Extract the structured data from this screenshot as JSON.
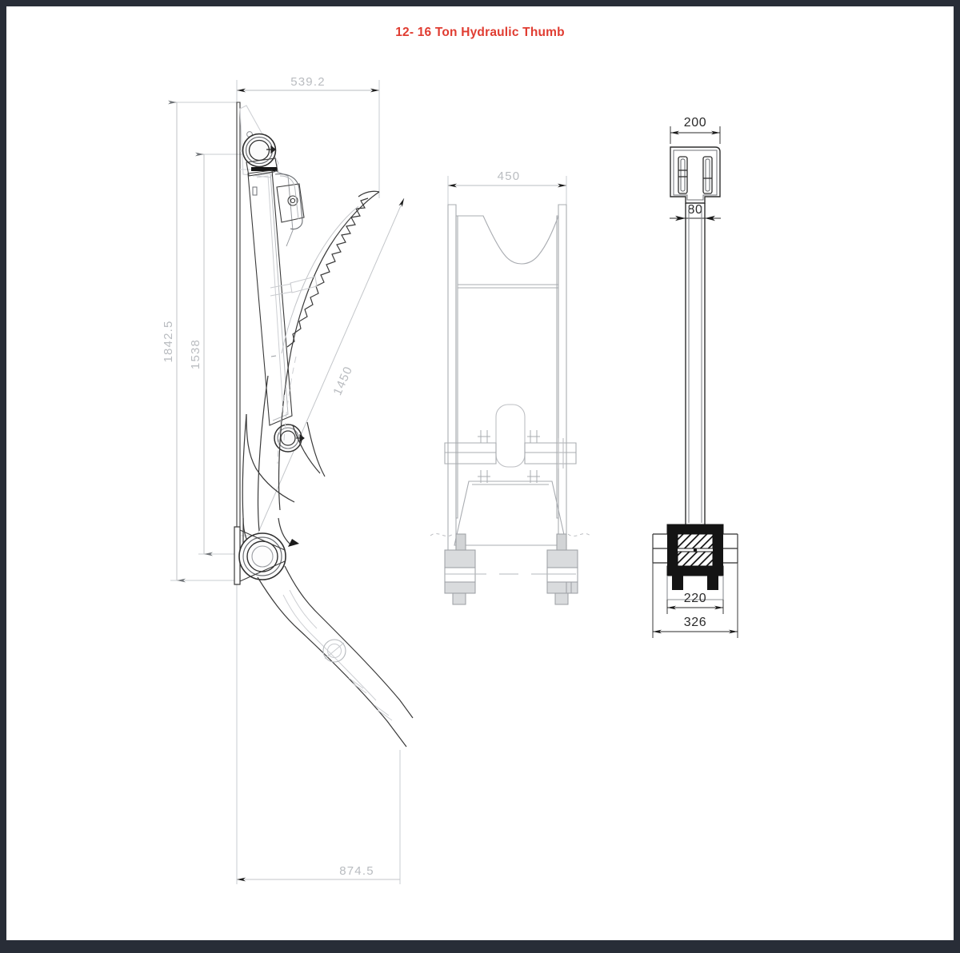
{
  "window": {
    "background_color": "#282d37",
    "sheet_color": "#ffffff"
  },
  "title": {
    "text": "12- 16 Ton Hydraulic Thumb",
    "color": "#e03c31"
  },
  "drawing": {
    "name": "hydraulic-thumb-technical-drawing",
    "views": [
      {
        "id": "side-view",
        "label": "side-elevation-view"
      },
      {
        "id": "front-view",
        "label": "front-elevation-view"
      },
      {
        "id": "mount-view",
        "label": "mounting-bracket-view"
      }
    ]
  },
  "dimensions": {
    "side_view": {
      "top_width": "539.2",
      "overall_height": "1842.5",
      "inner_height": "1538",
      "diagonal_reach": "1450",
      "bottom_width": "874.5"
    },
    "front_view": {
      "width": "450"
    },
    "mount_view": {
      "top_width": "200",
      "neck_width": "80",
      "inner_base_width": "220",
      "outer_base_width": "326"
    }
  },
  "units_note": "",
  "line_colors": {
    "object_line": "#3a3a3a",
    "hidden_line": "#c8cace",
    "dimension_line": "#c3c6ca",
    "dark_dimension": "#222222",
    "hatch": "#111111"
  }
}
